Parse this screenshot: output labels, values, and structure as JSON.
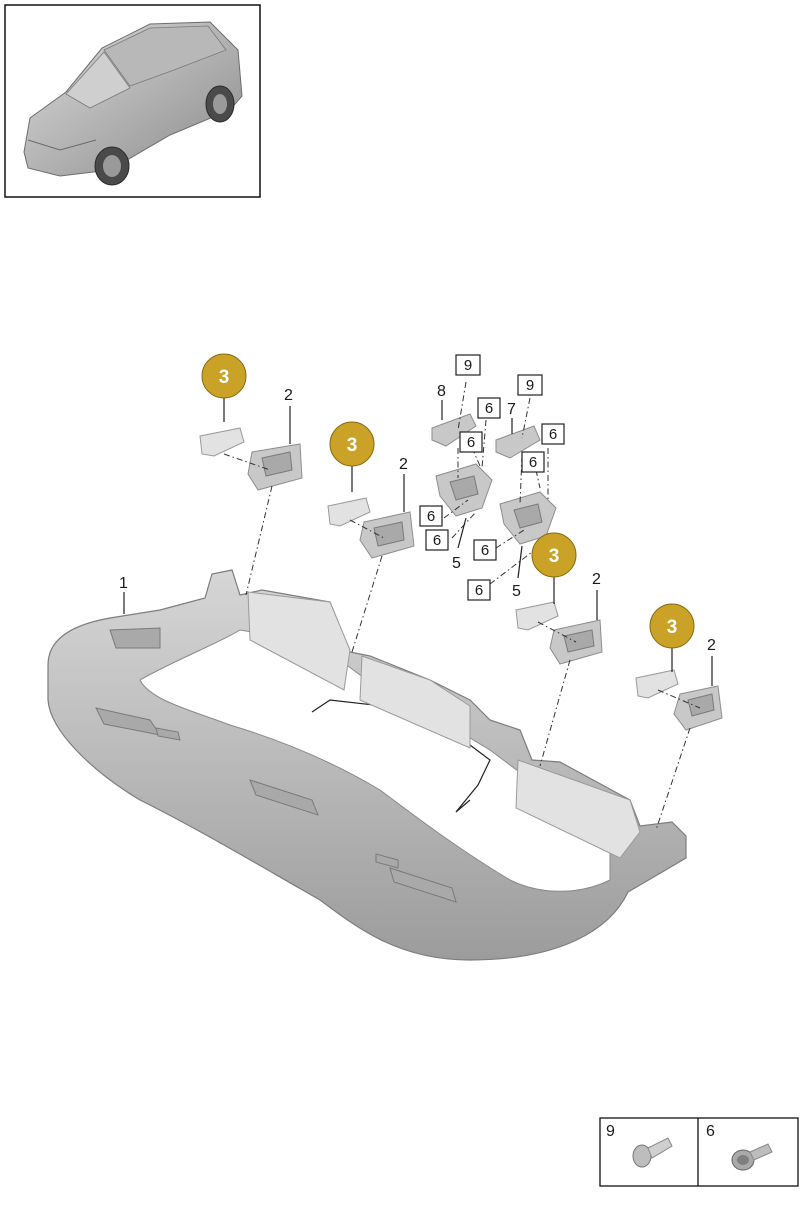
{
  "callouts": {
    "frame": "1",
    "clip": "2",
    "kit": "3",
    "bracket": "5",
    "screw6": "6",
    "cap7": "7",
    "cap8": "8",
    "screw9": "9"
  },
  "legend": {
    "left_label": "9",
    "right_label": "6"
  },
  "colors": {
    "gold_badge": "#c9a227",
    "part_grey": "#c8c8c8"
  }
}
